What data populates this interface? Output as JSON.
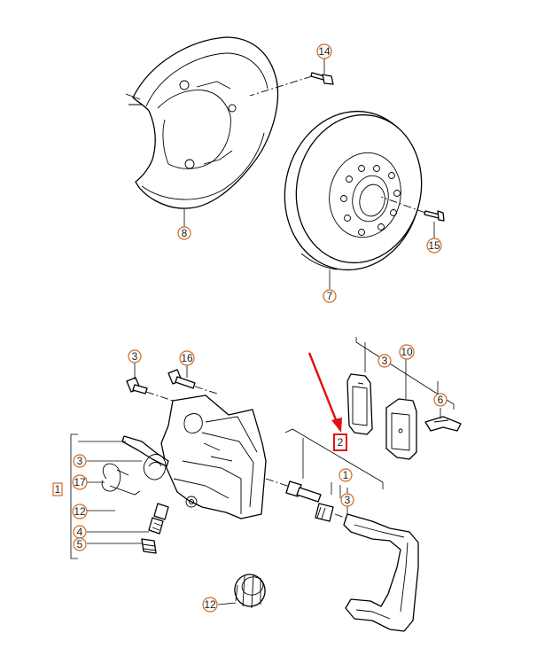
{
  "callouts": {
    "c14": "14",
    "c8": "8",
    "c15": "15",
    "c7": "7",
    "c3a": "3",
    "c16": "16",
    "c3b": "3",
    "c17": "17",
    "c12a": "12",
    "c4": "4",
    "c5": "5",
    "c1": "1",
    "c12b": "12",
    "c3c": "3",
    "c10": "10",
    "c6": "6",
    "c2": "2",
    "c1b": "1",
    "c3d": "3"
  },
  "colors": {
    "callout_outline": "#d2691e",
    "highlight": "#e01010",
    "line": "#000000"
  }
}
